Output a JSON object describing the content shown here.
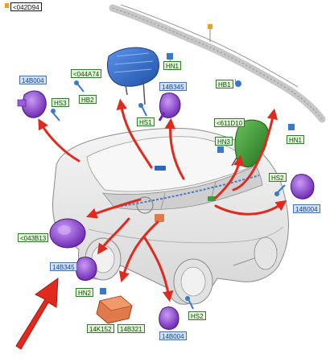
{
  "labels": {
    "l042D94": "<042D94",
    "l044A74": "<044A74",
    "l14B004_top": "14B004",
    "lHS3": "HS3",
    "lHB2": "HB2",
    "l14B345_top": "14B345",
    "lHS1": "HS1",
    "lHN1_top": "HN1",
    "lHB1": "HB1",
    "l611D10": "<611D10",
    "lHN3": "HN3",
    "lHN1_right": "HN1",
    "lHS2_right": "HS2",
    "l14B004_right": "14B004",
    "l043B13": "<043B13",
    "l14B345_bottom": "14B345",
    "lHN2": "HN2",
    "l14K152": "14K152",
    "l14B321": "14B321",
    "l14B004_bottom": "14B004",
    "lHS2_bottom": "HS2"
  },
  "colors": {
    "airbag_purple": "#8a3fd1",
    "airbag_blue": "#2d64c8",
    "knee_green": "#3f9a3a",
    "module_orange": "#e07a4a",
    "arrow_red": "#e02a1e",
    "car_body": "#e9e9e9",
    "bolt_blue": "#3a78c8"
  }
}
